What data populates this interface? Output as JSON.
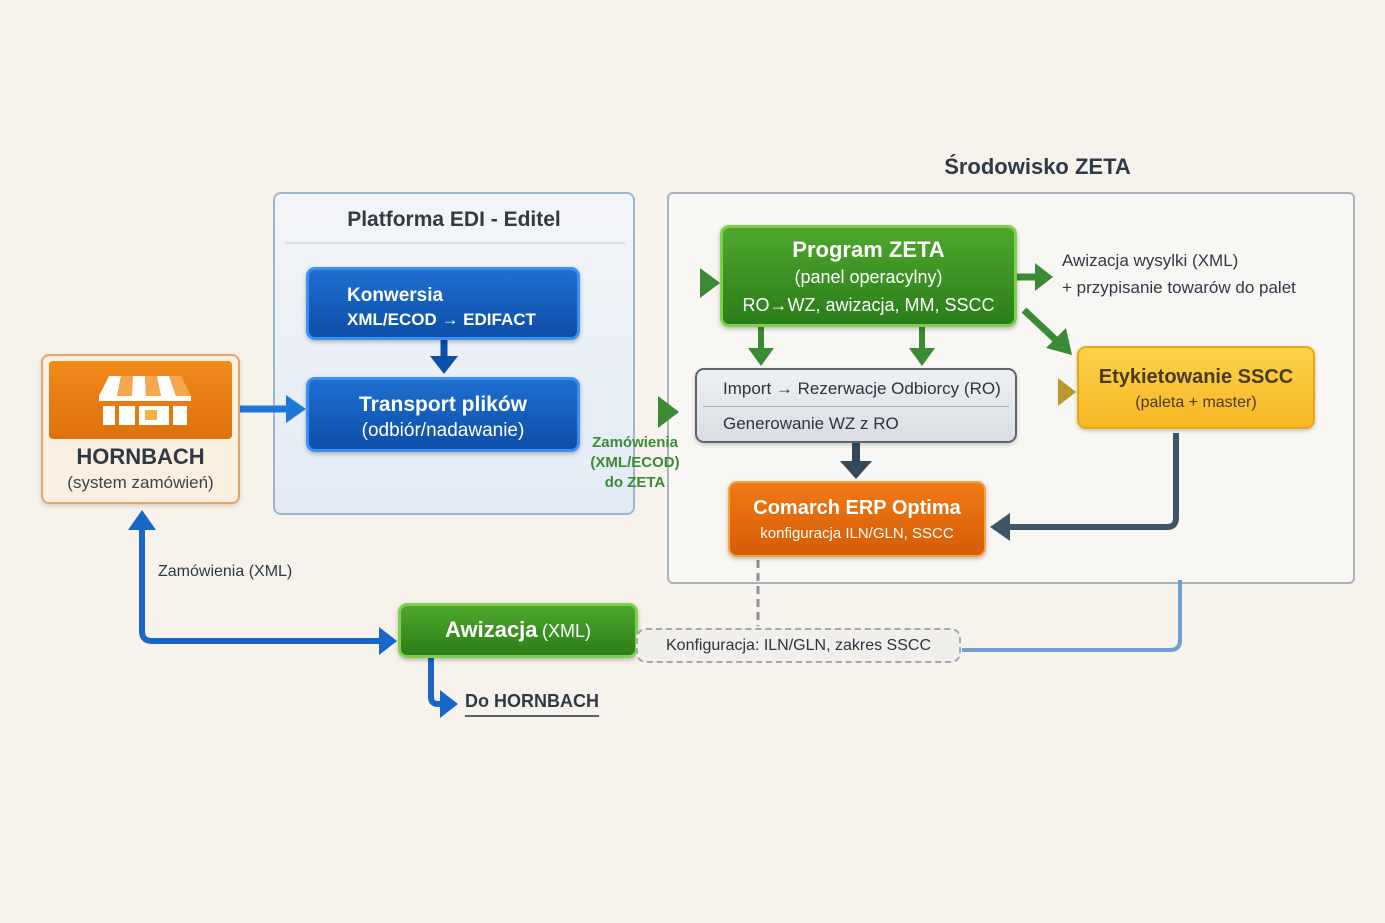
{
  "colors": {
    "background": "#f7f3ec",
    "edi_blue": "#0d4ea8",
    "zeta_green": "#2b7d1a",
    "hornbach_orange": "#e0700a",
    "sscc_yellow": "#f6b624",
    "comarch_orange": "#d65c06",
    "flow_blue": "#1766c8",
    "flow_green": "#3a8a36",
    "flow_dark": "#3d5566"
  },
  "hornbach": {
    "icon": "storefront-icon",
    "name": "HORNBACH",
    "subtitle": "(system zamówień)"
  },
  "edi_platform": {
    "title": "Platforma EDI - Editel",
    "conversion": {
      "line1": "Konwersia",
      "line2": "XML/ECOD → EDIFACT"
    },
    "transport": {
      "line1": "Transport plików",
      "line2": "(odbiór/nadawanie)"
    }
  },
  "zeta_environment": {
    "title": "Środowisko ZETA",
    "program": {
      "line1": "Program ZETA",
      "line2": "(panel operacylny)",
      "line3": "RO→WZ, awizacja, MM, SSCC"
    },
    "import_box": {
      "row1": "Import → Rezerwacje Odbiorcy (RO)",
      "row2": "Generowanie WZ z RO"
    },
    "labeling": {
      "line1": "Etykietowanie SSCC",
      "line2": "(paleta + master)"
    },
    "erp": {
      "line1": "Comarch ERP Optima",
      "line2": "konfiguracja ILN/GLN, SSCC"
    }
  },
  "labels": {
    "shipment_notice_line1": "Awizacja wysylki (XML)",
    "shipment_notice_line2": "+ przypisanie towarów do palet",
    "orders_to_zeta_line1": "Zamówienia",
    "orders_to_zeta_line2": "(XML/ECOD)",
    "orders_to_zeta_line3": "do ZETA",
    "orders_xml": "Zamówienia (XML)",
    "to_hornbach": "Do HORNBACH"
  },
  "awizacja": {
    "main": "Awizacja",
    "suffix": "(XML)"
  },
  "config_note": "Konfiguracja: ILN/GLN, zakres SSCC"
}
